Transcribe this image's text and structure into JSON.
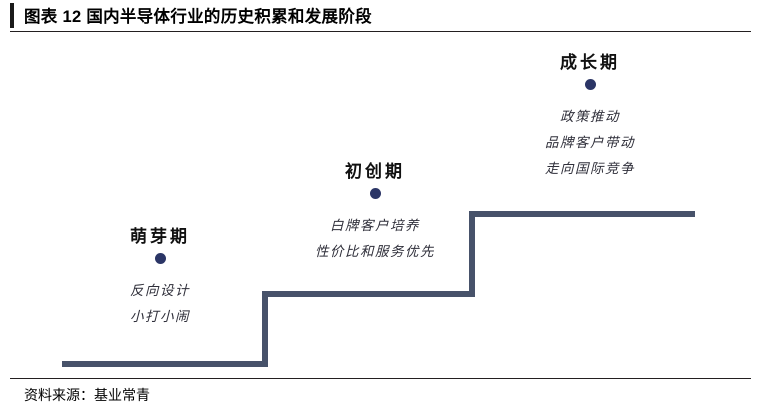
{
  "figure": {
    "title": "图表 12 国内半导体行业的历史积累和发展阶段",
    "source": "资料来源：基业常青",
    "line_color": "#47526a",
    "dot_color": "#2b3566"
  },
  "chart_data": {
    "type": "diagram",
    "title": "图表 12 国内半导体行业的历史积累和发展阶段",
    "subtype": "staircase-growth-stages",
    "stages": [
      {
        "title": "萌芽期",
        "lines": [
          "反向设计",
          "小打小闹"
        ],
        "step_level": 1
      },
      {
        "title": "初创期",
        "lines": [
          "白牌客户培养",
          "性价比和服务优先"
        ],
        "step_level": 2
      },
      {
        "title": "成长期",
        "lines": [
          "政策推动",
          "品牌客户带动",
          "走向国际竞争"
        ],
        "step_level": 3
      }
    ]
  }
}
